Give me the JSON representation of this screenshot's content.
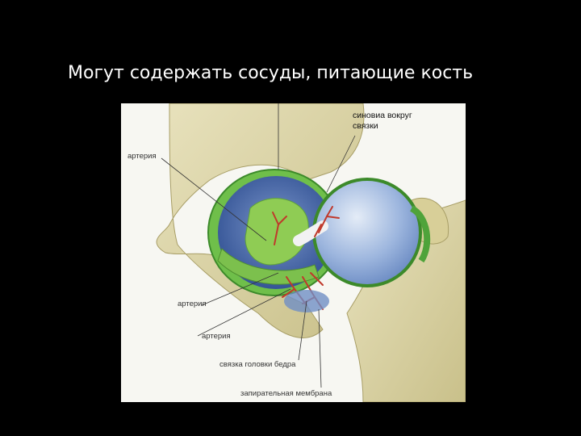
{
  "slide": {
    "title": "Могут содержать сосуды, питающие кость"
  },
  "figure": {
    "labels": {
      "synovia": "синовиа вокруг связки",
      "synovia_line1": "синовиа вокруг",
      "synovia_line2": "связки",
      "artery_top": "артерия",
      "artery_mid": "артерия",
      "artery_low": "артерия",
      "ligament": "связка головки бедра",
      "membrane": "запирательная мембрана"
    },
    "colors": {
      "background": "#000000",
      "bone": "#ddd6a8",
      "acetabulum": "#4a6fb0",
      "synovial_green": "#6fbf4a",
      "femoral_head": "#9db6de",
      "artery": "#c0392b"
    }
  }
}
